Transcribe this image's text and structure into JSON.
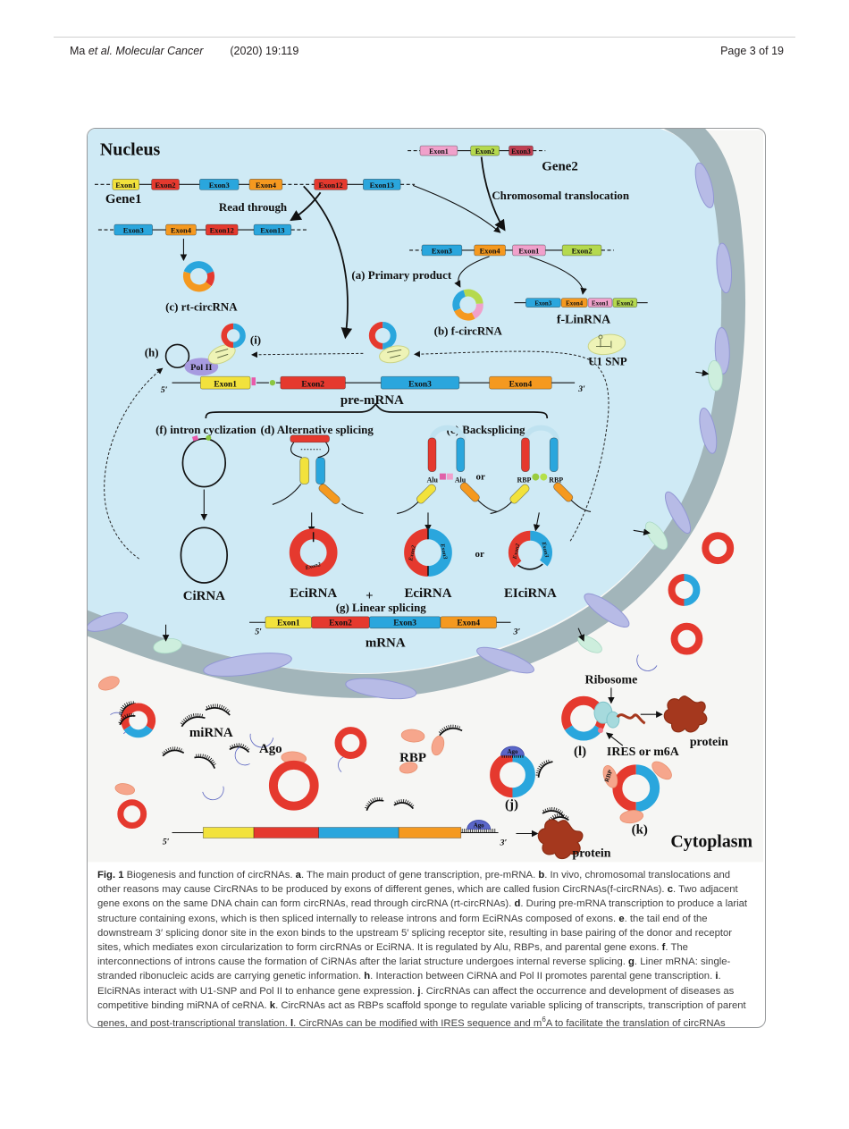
{
  "header": {
    "authors_roman": "Ma ",
    "authors_italic": "et al. Molecular Cancer",
    "citation": "(2020) 19:119",
    "page": "Page 3 of 19"
  },
  "diagram": {
    "nucleus": "Nucleus",
    "cytoplasm": "Cytoplasm",
    "gene1": "Gene1",
    "gene2": "Gene2",
    "read_through": "Read through",
    "chromosomal_translocation": "Chromosomal translocation",
    "primary_product": "(a) Primary product",
    "rt_circrna": "(c) rt-circRNA",
    "f_circrna": "(b) f-circRNA",
    "f_linrna": "f-LinRNA",
    "u1_snp": "U1 SNP",
    "pol_ii": "Pol II",
    "mark_h": "(h)",
    "mark_i": "(i)",
    "mark_j": "(j)",
    "mark_k": "(k)",
    "mark_l": "(l)",
    "pre_mrna": "pre-mRNA",
    "five_prime": "5′",
    "three_prime": "3′",
    "intron_cyclization": "(f) intron cyclization",
    "alternative_splicing": "(d) Alternative splicing",
    "backsplicing": "(e) Backsplicing",
    "alu": "Alu",
    "rbp": "RBP",
    "or_word": "or",
    "plus_sign": "+",
    "cirna": "CiRNA",
    "ecirna": "EciRNA",
    "eicirna": "EIciRNA",
    "linear_splicing": "(g) Linear splicing",
    "mrna": "mRNA",
    "mirna": "miRNA",
    "ago": "Ago",
    "ribosome": "Ribosome",
    "ires_m6a": "IRES or m6A",
    "protein": "protein",
    "exon1": "Exon1",
    "exon2": "Exon2",
    "exon3": "Exon3",
    "exon4": "Exon4",
    "exon12": "Exon12",
    "exon13": "Exon13"
  },
  "colors": {
    "exon_yellow": "#f2e23c",
    "exon_red": "#e5392e",
    "exon_blue": "#2aa6dd",
    "exon_orange": "#f5991f",
    "exon_pink": "#f0a1cb",
    "exon_green": "#b5d94e",
    "exon_maroon": "#c13f52",
    "nucleus_fill": "#cfeaf5",
    "envelope_gray": "#a2b5ba",
    "er_purple": "#b7bbe6",
    "pore_green": "#cdeedd",
    "ago_purple": "#7d88d8",
    "rbp_salmon": "#f6a68c",
    "ribosome_cyan": "#a6dadd",
    "protein_brown": "#a5381e",
    "cytoplasm_bg": "#f6f6f4"
  },
  "caption": {
    "segments": [
      {
        "t": "Fig. 1",
        "b": true
      },
      {
        "t": " Biogenesis and function of circRNAs. ",
        "b": false
      },
      {
        "t": "a",
        "b": true
      },
      {
        "t": ". The main product of gene transcription, pre-mRNA. ",
        "b": false
      },
      {
        "t": "b",
        "b": true
      },
      {
        "t": ". In vivo, chromosomal translocations and other reasons may cause CircRNAs to be produced by exons of different genes, which are called fusion CircRNAs(f-circRNAs). ",
        "b": false
      },
      {
        "t": "c",
        "b": true
      },
      {
        "t": ". Two adjacent gene exons on the same DNA chain can form circRNAs, read through circRNA (rt-circRNAs). ",
        "b": false
      },
      {
        "t": "d",
        "b": true
      },
      {
        "t": ". During pre-mRNA transcription to produce a lariat structure containing exons, which is then spliced internally to release introns and form EciRNAs composed of exons. ",
        "b": false
      },
      {
        "t": "e",
        "b": true
      },
      {
        "t": ". the tail end of the downstream 3′ splicing donor site in the exon binds to the upstream 5′ splicing receptor site, resulting in base pairing of the donor and receptor sites, which mediates exon circularization to form circRNAs or EciRNA. It is regulated by Alu, RBPs, and parental gene exons. ",
        "b": false
      },
      {
        "t": "f",
        "b": true
      },
      {
        "t": ". The interconnections of introns cause the formation of CiRNAs after the lariat structure undergoes internal reverse splicing. ",
        "b": false
      },
      {
        "t": "g",
        "b": true
      },
      {
        "t": ". Liner mRNA: single-stranded ribonucleic acids are carrying genetic information. ",
        "b": false
      },
      {
        "t": "h",
        "b": true
      },
      {
        "t": ". Interaction between CiRNA and Pol II promotes parental gene transcription. ",
        "b": false
      },
      {
        "t": "i",
        "b": true
      },
      {
        "t": ". EIciRNAs interact with U1-SNP and Pol II to enhance gene expression. ",
        "b": false
      },
      {
        "t": "j",
        "b": true
      },
      {
        "t": ". CircRNAs can affect the occurrence and development of diseases as competitive binding miRNA of ceRNA. ",
        "b": false
      },
      {
        "t": "k",
        "b": true
      },
      {
        "t": ". CircRNAs act as RBPs scaffold sponge to regulate variable splicing of transcripts, transcription of parent genes, and post-transcriptional translation. ",
        "b": false
      },
      {
        "t": "l",
        "b": true
      },
      {
        "t": ". CircRNAs can be modified with IRES sequence and m",
        "b": false
      },
      {
        "t": "6",
        "b": false,
        "sup": true
      },
      {
        "t": "A to facilitate the translation of circRNAs",
        "b": false
      }
    ]
  }
}
